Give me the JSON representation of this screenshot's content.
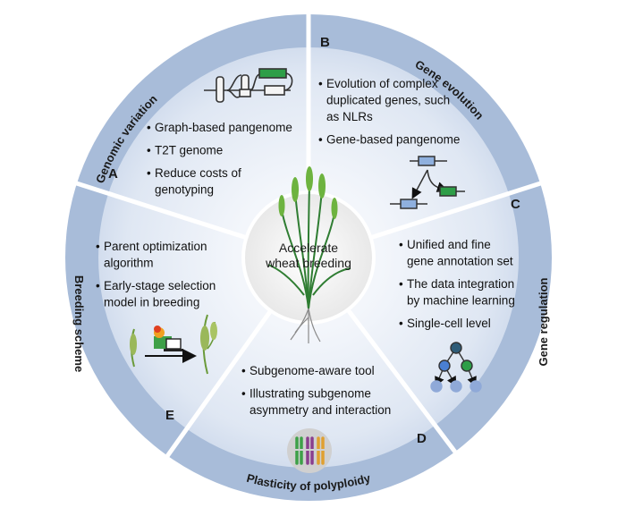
{
  "center": {
    "line1": "Accelerate",
    "line2": "wheat breeding"
  },
  "sections": {
    "A": {
      "letter": "A",
      "ring_label": "Genomic variation",
      "bullets": [
        [
          "Graph-based pangenome"
        ],
        [
          "T2T genome"
        ],
        [
          "Reduce costs of",
          "genotyping"
        ]
      ],
      "icon": "pangenome-graph-icon"
    },
    "B": {
      "letter": "B",
      "ring_label": "Gene evolution",
      "bullets": [
        [
          "Evolution of complex",
          "duplicated genes, such",
          "as NLRs"
        ],
        [
          "Gene-based pangenome"
        ]
      ],
      "icon": "gene-duplication-icon"
    },
    "C": {
      "letter": "C",
      "ring_label": "Gene regulation",
      "bullets": [
        [
          "Unified and fine",
          "gene annotation set"
        ],
        [
          "The data integration",
          "by machine learning"
        ],
        [
          "Single-cell level"
        ]
      ],
      "icon": "regulatory-network-icon"
    },
    "D": {
      "letter": "D",
      "ring_label": "Plasticity of polyploidy",
      "bullets": [
        [
          "Subgenome-aware tool"
        ],
        [
          "Illustrating subgenome",
          "asymmetry and interaction"
        ]
      ],
      "icon": "chromosome-set-icon"
    },
    "E": {
      "letter": "E",
      "ring_label": "Breeding scheme",
      "bullets": [
        [
          "Parent optimization",
          "algorithm"
        ],
        [
          "Early-stage selection",
          "model in breeding"
        ]
      ],
      "icon": "breeding-pipeline-icon"
    }
  },
  "colors": {
    "ring": "#a3b8d6",
    "sector_edge": "#c9d6ea",
    "sector_mid": "#e6edf7",
    "divider": "#ffffff",
    "center_fill": "#f2f2f2",
    "green": "#2e9e48",
    "box_blue": "#8fb0de",
    "node_dark": "#2e5c78",
    "node_light": "#8fa9d8"
  }
}
